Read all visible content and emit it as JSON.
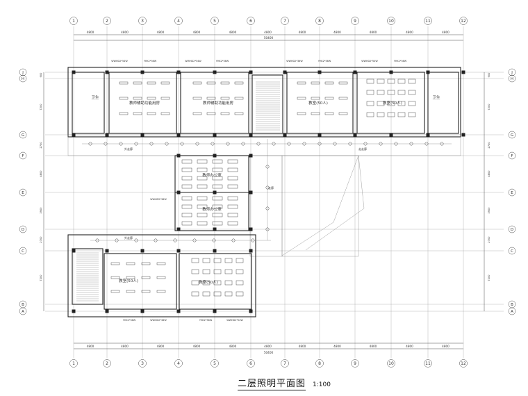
{
  "drawing": {
    "title": "二层照明平面图",
    "scale": "1:100",
    "column_axes": [
      "1",
      "2",
      "3",
      "4",
      "5",
      "6",
      "7",
      "8",
      "9",
      "10",
      "11",
      "12"
    ],
    "row_axes_right": [
      "J",
      "H",
      "G",
      "F",
      "E",
      "D",
      "C",
      "B",
      "A"
    ],
    "row_axes_left": [
      "J",
      "H",
      "G",
      "F",
      "E",
      "D",
      "C",
      "B",
      "A"
    ],
    "bay_dimension": "4800",
    "total_dimension": "50400",
    "side_dims": [
      "900",
      "7200",
      "2700",
      "4800",
      "3900",
      "2700",
      "7200"
    ],
    "rooms": [
      {
        "id": "r1",
        "label": "教师辅助功能用房"
      },
      {
        "id": "r2",
        "label": "教师辅助功能用房"
      },
      {
        "id": "r3",
        "label": "教室(50人)"
      },
      {
        "id": "r4",
        "label": "教室(50人)"
      },
      {
        "id": "r5",
        "label": "教师办公室"
      },
      {
        "id": "r6",
        "label": "教师办公室"
      },
      {
        "id": "r7",
        "label": "教室(50人)"
      },
      {
        "id": "r8",
        "label": "教室(50人)"
      },
      {
        "id": "r9",
        "label": "卫生"
      },
      {
        "id": "r10",
        "label": "卫生"
      }
    ],
    "corridors": [
      {
        "id": "c1",
        "label": "外走廊"
      },
      {
        "id": "c2",
        "label": "走走廊"
      },
      {
        "id": "c3",
        "label": "走廊"
      },
      {
        "id": "c4",
        "label": "外走廊"
      }
    ],
    "fixture_labels": [
      {
        "id": "f1",
        "label": "WWHD2*54W"
      },
      {
        "id": "f2",
        "label": "YHK2*36W"
      },
      {
        "id": "f3",
        "label": "WWHD2*54W"
      },
      {
        "id": "f4",
        "label": "YHK2*36W"
      },
      {
        "id": "f5",
        "label": "WWHD2*36W"
      },
      {
        "id": "f6",
        "label": "YHK2*36W"
      },
      {
        "id": "f7",
        "label": "WWHD2*54W"
      },
      {
        "id": "f8",
        "label": "YHK2*36W"
      },
      {
        "id": "f9",
        "label": "WWHD2*36W"
      },
      {
        "id": "f10",
        "label": "YHK2*36W"
      },
      {
        "id": "f11",
        "label": "WWHD2*36W"
      },
      {
        "id": "f12",
        "label": "YHK2*36W"
      },
      {
        "id": "f13",
        "label": "WWHD2*54W"
      }
    ]
  }
}
